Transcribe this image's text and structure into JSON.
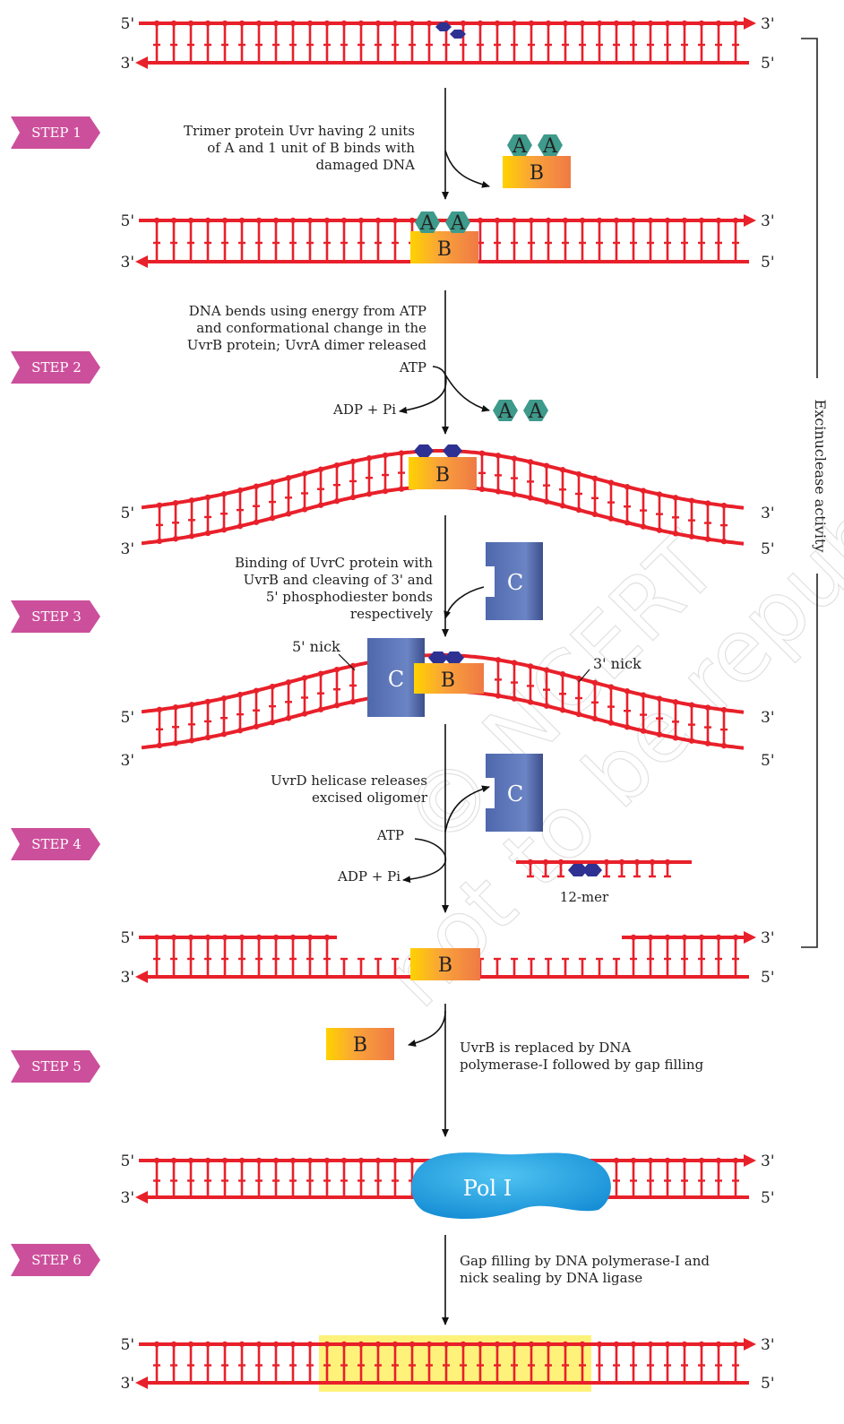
{
  "steps": [
    "STEP 1",
    "STEP 2",
    "STEP 3",
    "STEP 4",
    "STEP 5",
    "STEP 6"
  ],
  "strand_ends": {
    "five_prime": "5'",
    "three_prime": "3'"
  },
  "proteins": {
    "a": "A",
    "b": "B",
    "c": "C",
    "pol": "Pol I"
  },
  "text": {
    "step1": [
      "Trimer protein Uvr having 2 units",
      "of A and 1 unit of B binds with",
      "damaged DNA"
    ],
    "step2": [
      "DNA bends using energy from ATP",
      "and conformational change in the",
      "UvrB protein; UvrA dimer released"
    ],
    "step3": [
      "Binding of UvrC protein with",
      "UvrB and cleaving of 3' and",
      "5' phosphodiester bonds",
      "respectively"
    ],
    "step4": [
      "UvrD helicase releases",
      "excised oligomer"
    ],
    "step5": [
      "UvrB is replaced by DNA",
      "polymerase-I followed by gap filling"
    ],
    "step6": [
      "Gap filling by DNA polymerase-I and",
      "nick sealing by DNA ligase"
    ],
    "atp": "ATP",
    "adp": "ADP + Pi",
    "nick5": "5' nick",
    "nick3": "3' nick",
    "oligo": "12-mer"
  },
  "bracket_label": "Excinuclease activity",
  "watermark": [
    "© NCERT",
    "not to be republished"
  ],
  "colors": {
    "dna": "#e8202a",
    "step_tag": "#cc4f9b",
    "uvrA": "#3e9a8b",
    "uvrB_left": "#ffd200",
    "uvrB_right": "#ef7f3f",
    "uvrC": "#5b73b6",
    "pol": "#1a9fe0",
    "damage": "#2e3192",
    "repair_highlight": "#fff27a"
  }
}
